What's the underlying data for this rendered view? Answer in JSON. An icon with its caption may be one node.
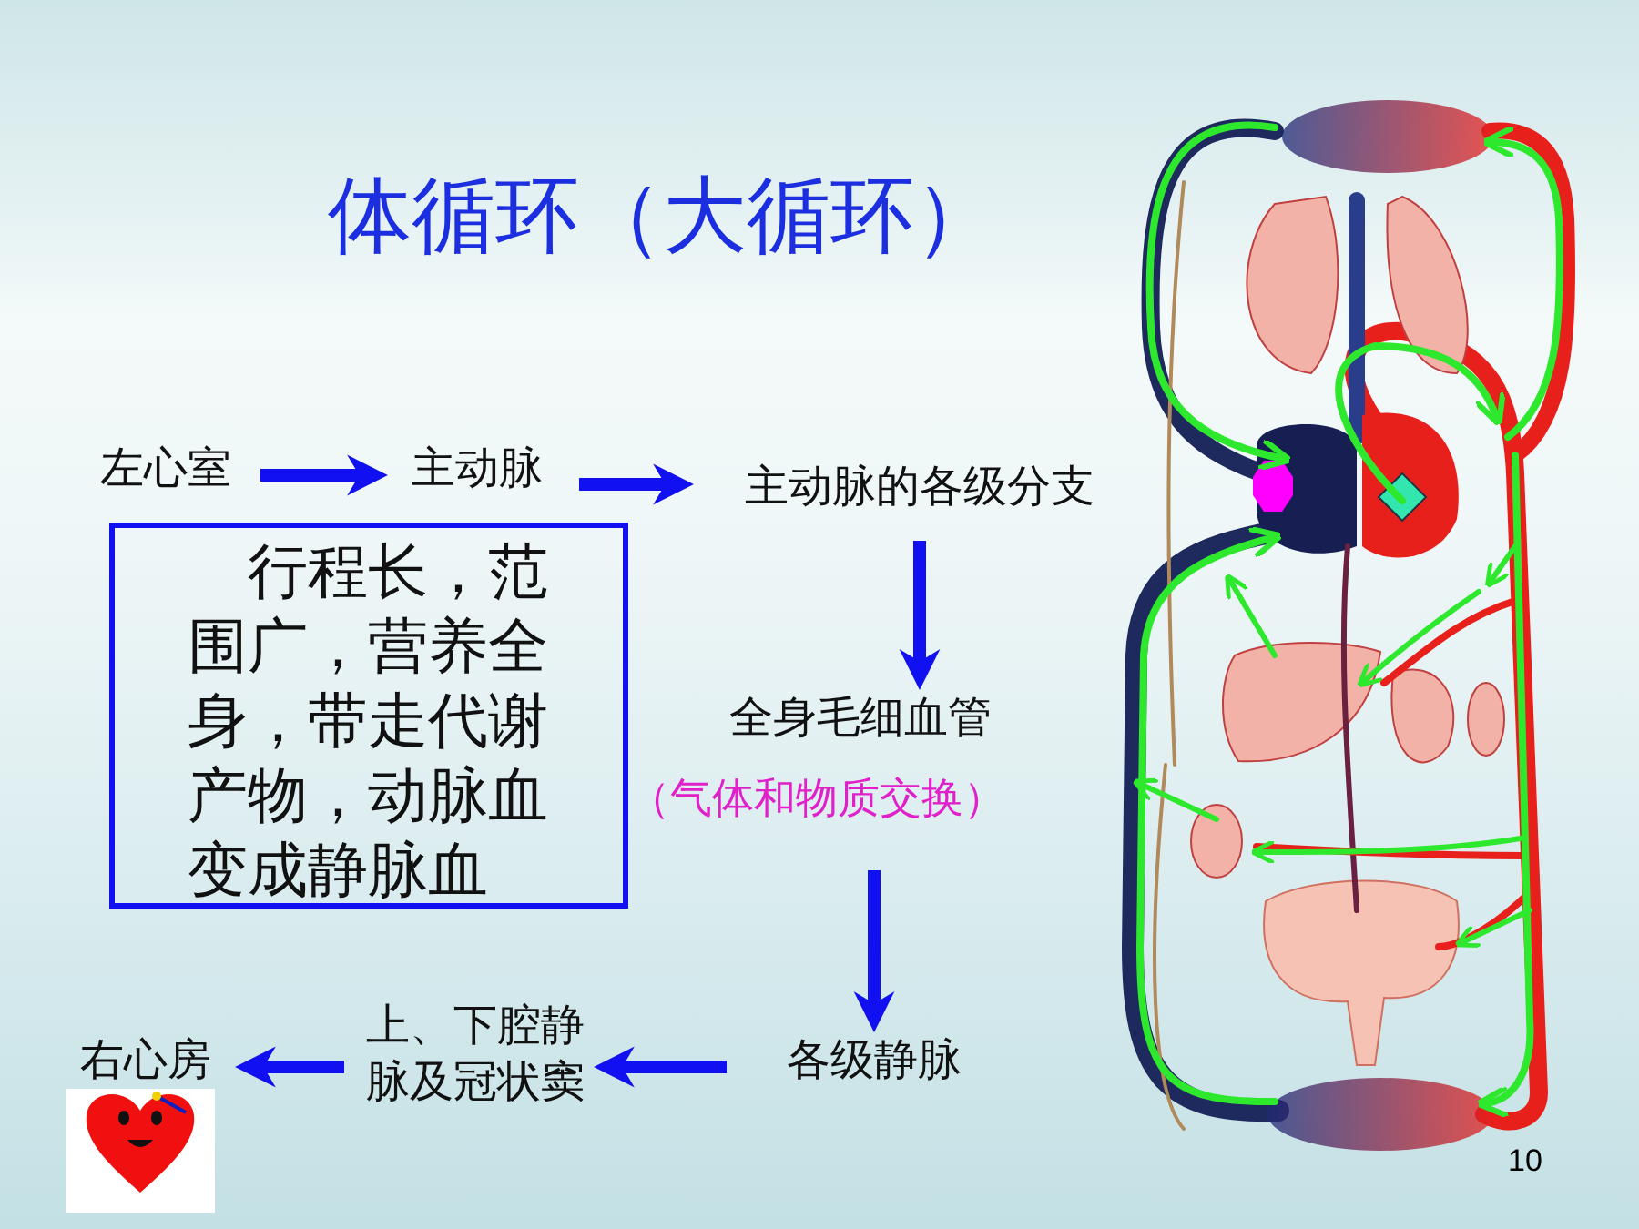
{
  "diagram": {
    "title": "体循环（大循环）",
    "nodes": [
      {
        "text": [
          "左心室"
        ]
      },
      {
        "text": [
          "主动脉"
        ]
      },
      {
        "text": [
          "主动脉的各级分支"
        ]
      },
      {
        "text": [
          "全身毛细血管"
        ],
        "beside": [
          "（气体和物质交换）"
        ]
      },
      {
        "text": [
          "各级静脉"
        ]
      },
      {
        "text": [
          "上、下腔静脉及冠状窦"
        ]
      },
      {
        "text": [
          "右心房"
        ]
      },
      {
        "text": [
          "行程长，范围广，营养全身，带走代谢产物，动脉血变成静脉血"
        ]
      }
    ],
    "edges": [
      {
        "from": 0,
        "to": 1,
        "arrow": "to"
      },
      {
        "from": 1,
        "to": 2,
        "arrow": "to"
      },
      {
        "from": 2,
        "to": 3,
        "arrow": "to"
      },
      {
        "from": 3,
        "to": 4,
        "arrow": "to"
      },
      {
        "from": 4,
        "to": 5,
        "arrow": "to"
      },
      {
        "from": 5,
        "to": 6,
        "arrow": "to"
      }
    ],
    "labels": [
      "10"
    ]
  }
}
